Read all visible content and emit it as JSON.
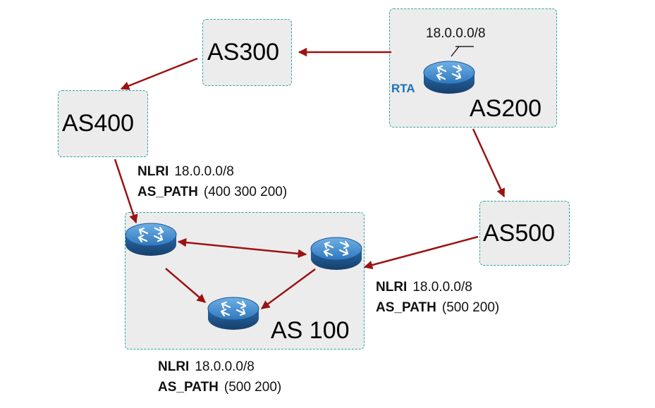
{
  "as_boxes": {
    "as300": {
      "label": "AS300"
    },
    "as400": {
      "label": "AS400"
    },
    "as200": {
      "label": "AS200",
      "router_label": "RTA",
      "prefix": "18.0.0.0/8"
    },
    "as500": {
      "label": "AS500"
    },
    "as100": {
      "label": "AS 100"
    }
  },
  "annotations": {
    "from_as400": {
      "nlri_key": "NLRI",
      "nlri_value": "18.0.0.0/8",
      "path_key": "AS_PATH",
      "path_value": "(400 300 200)"
    },
    "from_as500": {
      "nlri_key": "NLRI",
      "nlri_value": "18.0.0.0/8",
      "path_key": "AS_PATH",
      "path_value": "(500 200)"
    },
    "internal": {
      "nlri_key": "NLRI",
      "nlri_value": "18.0.0.0/8",
      "path_key": "AS_PATH",
      "path_value": "(500 200)"
    }
  },
  "colors": {
    "arrow": "#9b1212",
    "box_border": "#2aa6a2",
    "box_fill": "#ececec",
    "router_label": "#1f6fb2",
    "router_body": "#1f5f9c"
  },
  "icons": {
    "router": "router-icon"
  }
}
